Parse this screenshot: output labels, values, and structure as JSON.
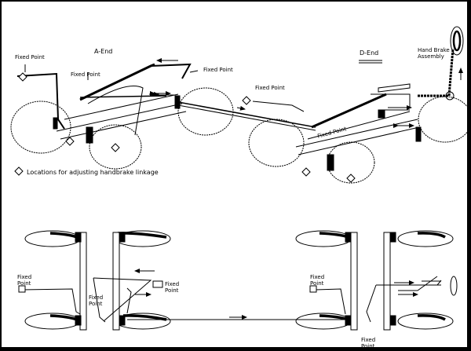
{
  "diagram": {
    "title": "Handbrake linkage layout",
    "ink_color": "#000000",
    "background": "#ffffff",
    "top_view": {
      "a_end_label": "A-End",
      "d_end_label": "D-End",
      "handbrake_label_line1": "Hand Brake",
      "handbrake_label_line2": "Assembly",
      "fixed_point_labels": [
        "Fixed Point",
        "Fixed Point",
        "Fixed Point",
        "Fixed Point",
        "Fixed Point"
      ],
      "legend": {
        "icon": "adjustment-location-diamond-icon",
        "text": "Locations for adjusting handbrake linkage"
      }
    },
    "plan_view": {
      "fixed_point_left_line1": "Fixed",
      "fixed_point_left_line2": "Point",
      "fixed_point_mid_line1": "Fixed",
      "fixed_point_mid_line2": "Point",
      "fixed_point_box_line1": "Fixed",
      "fixed_point_box_line2": "Point",
      "fixed_point_right_line1": "Fixed",
      "fixed_point_right_line2": "Point",
      "fixed_point_bottom_line1": "Fixed",
      "fixed_point_bottom_line2": "Point"
    }
  }
}
